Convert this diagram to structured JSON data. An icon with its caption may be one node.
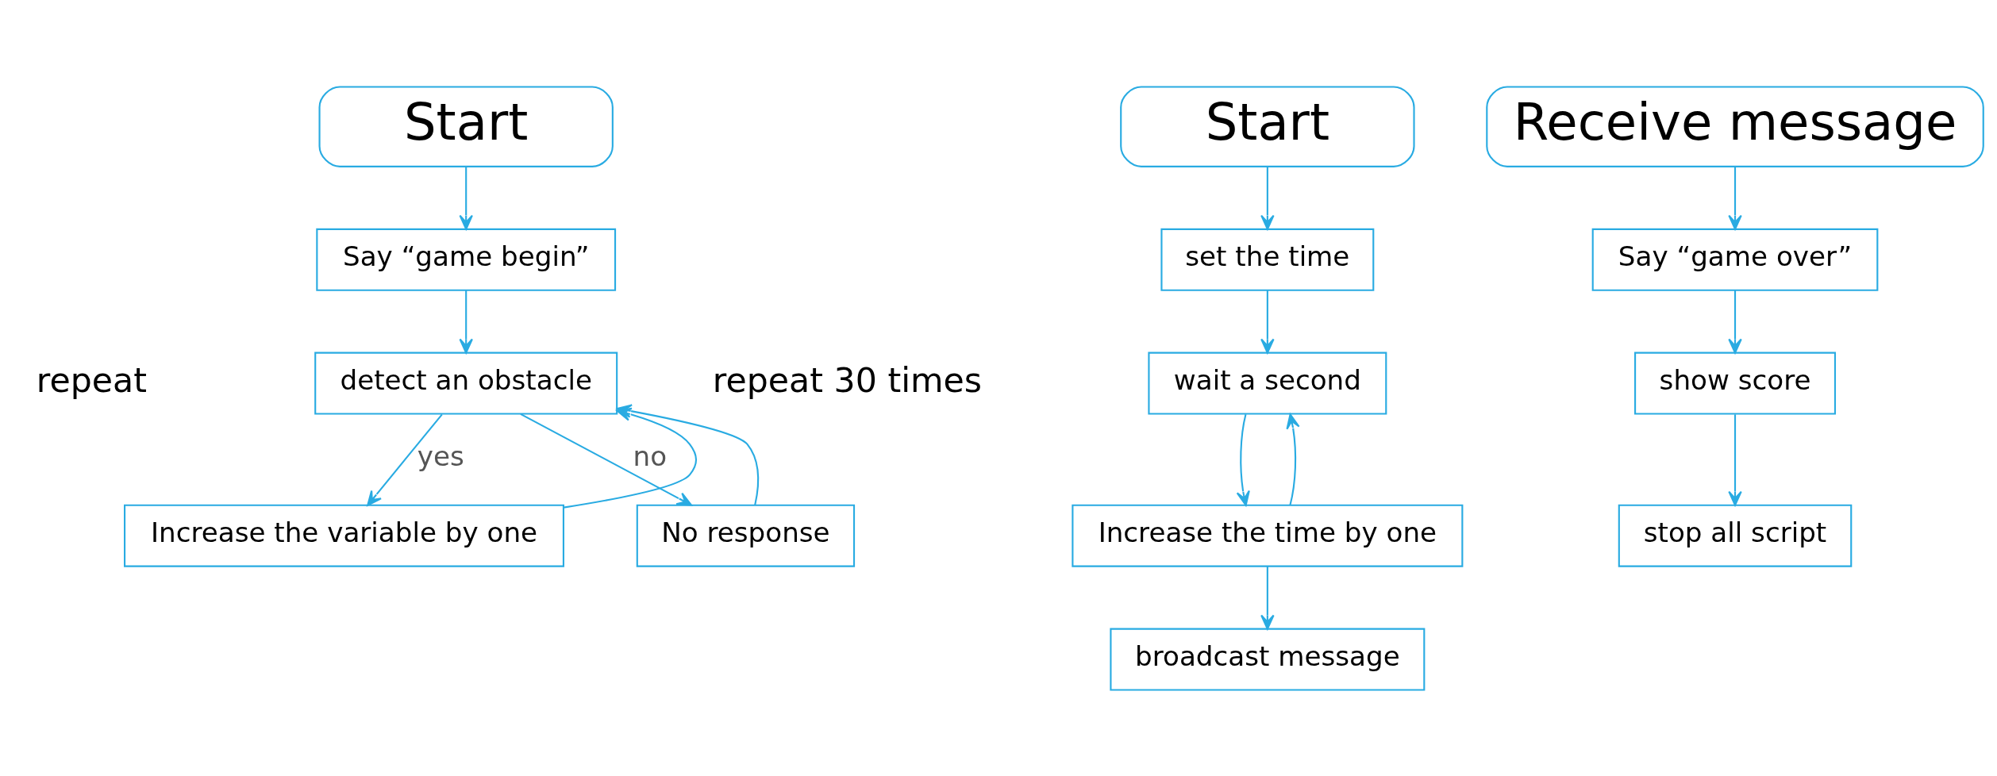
{
  "diagram": {
    "nodes": [
      {
        "text": [
          "Start"
        ]
      },
      {
        "text": [
          "Say “game begin”"
        ]
      },
      {
        "text": [
          "detect an obstacle"
        ]
      },
      {
        "text": [
          "Increase the variable by one"
        ]
      },
      {
        "text": [
          "No response"
        ]
      },
      {
        "text": [
          "Start"
        ]
      },
      {
        "text": [
          "set the time"
        ]
      },
      {
        "text": [
          "wait a second"
        ]
      },
      {
        "text": [
          "Increase the time by one"
        ]
      },
      {
        "text": [
          "broadcast message"
        ]
      },
      {
        "text": [
          "Receive message"
        ]
      },
      {
        "text": [
          "Say “game over”"
        ]
      },
      {
        "text": [
          "show score"
        ]
      },
      {
        "text": [
          "stop all script"
        ]
      }
    ],
    "edges": [
      {
        "from": 0,
        "to": 1,
        "arrow": "to"
      },
      {
        "from": 1,
        "to": 2,
        "arrow": "to"
      },
      {
        "from": 2,
        "to": 3,
        "arrow": "to",
        "label": "yes"
      },
      {
        "from": 2,
        "to": 4,
        "arrow": "to",
        "label": "no"
      },
      {
        "from": 3,
        "to": 2,
        "arrow": "to"
      },
      {
        "from": 4,
        "to": 2,
        "arrow": "to"
      },
      {
        "from": 5,
        "to": 6,
        "arrow": "to"
      },
      {
        "from": 6,
        "to": 7,
        "arrow": "to"
      },
      {
        "from": 7,
        "to": 8,
        "arrow": "to"
      },
      {
        "from": 8,
        "to": 9,
        "arrow": "to"
      },
      {
        "from": 8,
        "to": 7,
        "arrow": "to"
      },
      {
        "from": 10,
        "to": 11,
        "arrow": "to"
      },
      {
        "from": 11,
        "to": 12,
        "arrow": "to"
      },
      {
        "from": 12,
        "to": 13,
        "arrow": "to"
      }
    ],
    "labels": [
      "repeat",
      "repeat 30 times"
    ]
  }
}
